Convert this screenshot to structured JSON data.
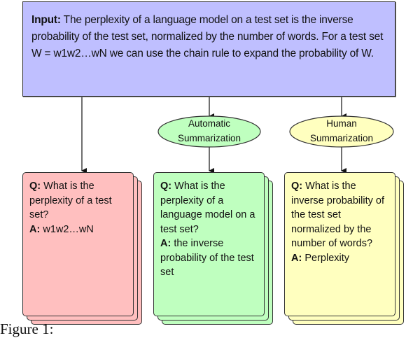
{
  "input": {
    "label": "Input:",
    "text": "The perplexity of a language model on a test set is the inverse probability of the test set, normalized by the number of words. For a test set W = w1w2…wN we can use the chain rule to expand the probability of W."
  },
  "nodes": {
    "automatic": {
      "line1": "Automatic",
      "line2": "Summarization",
      "color": "#bfffbf"
    },
    "human": {
      "line1": "Human",
      "line2": "Summarization",
      "color": "#ffffbf"
    }
  },
  "cards": [
    {
      "q_label": "Q:",
      "question": "What is the perplexity of a test set?",
      "a_label": "A:",
      "answer": "w1w2…wN",
      "color": "#ffbfbf"
    },
    {
      "q_label": "Q:",
      "question": "What is the perplexity of a language model on a test set?",
      "a_label": "A:",
      "answer": "the inverse probability of the test set",
      "color": "#bfffbf"
    },
    {
      "q_label": "Q:",
      "question": "What is the inverse probability of the test set normalized by the number of words?",
      "a_label": "A:",
      "answer": "Perplexity",
      "color": "#ffffbf"
    }
  ],
  "colors": {
    "input": "#bfbfff",
    "border": "#333333"
  },
  "caption": "Figure 1:"
}
